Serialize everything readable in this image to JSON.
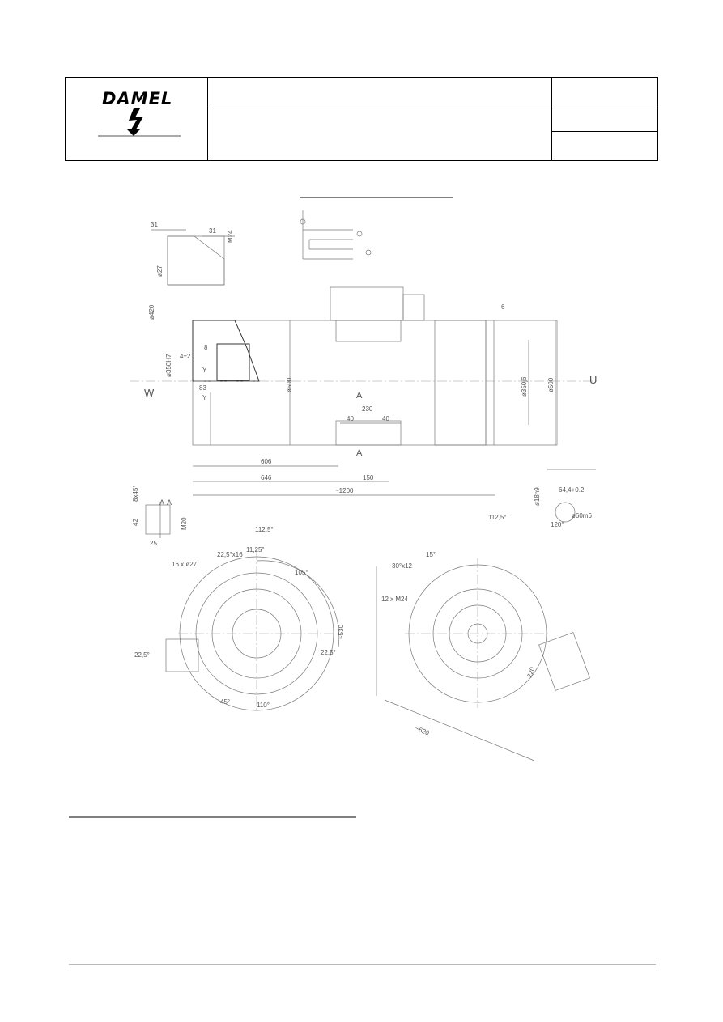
{
  "header": {
    "logo": "DAMEL",
    "title_cells": [
      "",
      "",
      "",
      ""
    ]
  },
  "drawing": {
    "labels": {
      "d31a": "31",
      "d31b": "31",
      "m24": "M24",
      "d27": "ø27",
      "d420": "ø420",
      "d4": "4±2",
      "d8": "8",
      "d350h7": "ø350H7",
      "y1": "Y",
      "y2": "Y",
      "d83": "83",
      "w": "W",
      "u": "U",
      "ia1": "A",
      "ia2": "A",
      "d500a": "ø500",
      "d500b": "ø500",
      "d350j6": "ø350j6",
      "d6": "6",
      "d230": "230",
      "d40a": "40",
      "d40b": "40",
      "d606": "606",
      "d646": "646",
      "d150": "150",
      "d1200": "~1200",
      "aa": "A-A",
      "d8x45": "8x45°",
      "d42": "42",
      "m20": "M20",
      "d25": "25",
      "d18h9": "ø18h9",
      "d644": "64,4+0.2",
      "d60m6": "ø60m6",
      "d120": "120°",
      "ang1": "112,5°",
      "ang2": "112,5°",
      "d225x16": "22,5°x16",
      "d1125": "11,25°",
      "h16": "16 x ø27",
      "d105": "105°",
      "d225a": "22,5°",
      "d225b": "22,5°",
      "d45": "45°",
      "d110": "110°",
      "d30x12": "30°x12",
      "d15": "15°",
      "h12": "12 x M24",
      "d530": "~530",
      "d220": "220",
      "d620": "~620"
    }
  }
}
